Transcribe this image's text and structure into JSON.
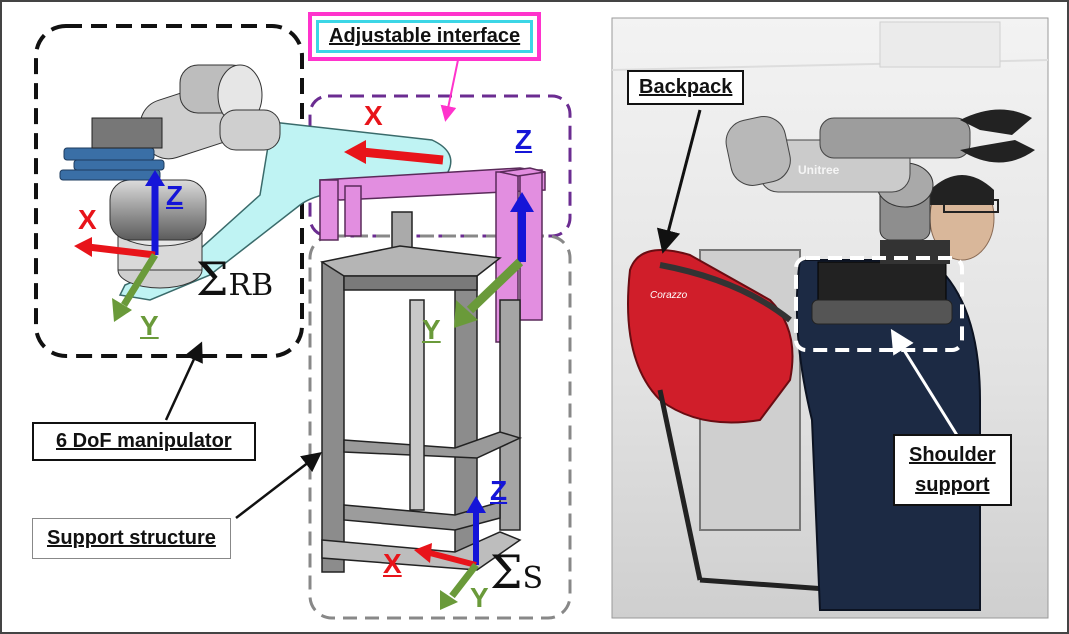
{
  "labels": {
    "adjustable_interface": "Adjustable interface",
    "backpack": "Backpack",
    "manipulator": "6 DoF manipulator",
    "support_structure": "Support structure",
    "shoulder_support_line1": "Shoulder",
    "shoulder_support_line2": "support",
    "robot_brand": "Unitree",
    "bag_brand": "Corazzo"
  },
  "axes": {
    "x": "X",
    "y": "Y",
    "z": "Z",
    "frame_rb": "Σ",
    "frame_rb_sub": "RB",
    "frame_s": "Σ",
    "frame_s_sub": "S"
  },
  "colors": {
    "x_axis": "#e8141a",
    "y_axis": "#6a9a3a",
    "z_axis": "#1515d8",
    "interface_plate": "#bff3f3",
    "interface_frame": "#e28ee0",
    "support_frame": "#8c8c8c",
    "manipulator_box": "#111111",
    "interface_box": "#6b2c91",
    "support_box": "#888888",
    "label_highlight_border": "#ff33cc",
    "label_highlight_inner": "#3cd6e6"
  }
}
